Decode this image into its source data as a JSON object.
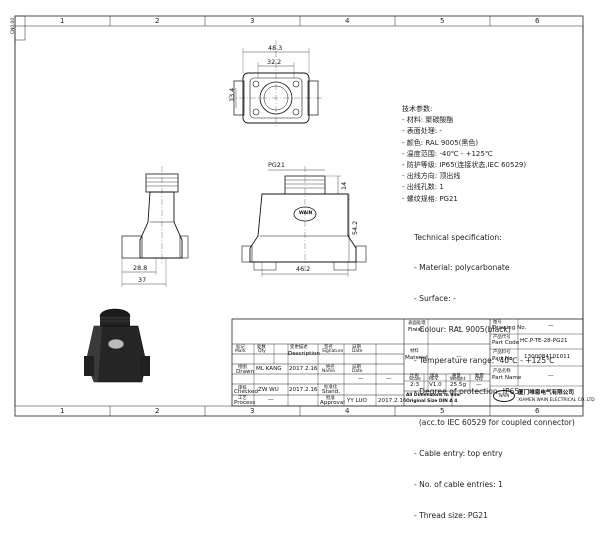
{
  "zones": {
    "cols": [
      "1",
      "2",
      "3",
      "4",
      "5",
      "6"
    ]
  },
  "dims": {
    "top_width": "48.3",
    "top_inner": "32.2",
    "top_height": "13.4",
    "thread_top": "PG21",
    "thread_len": "14",
    "body_height": "54.2",
    "base_width": "46.2",
    "side_inner": "28.8",
    "side_outer": "37"
  },
  "spec_cn": {
    "title": "技术参数:",
    "lines": [
      "- 材料: 聚碳酸酯",
      "- 表面处理: -",
      "- 颜色: RAL 9005(黑色)",
      "- 温度范围: -40℃ - +125℃",
      "- 防护等级: IP65(连接状态,IEC 60529)",
      "- 出线方向: 顶出线",
      "- 出线孔数: 1",
      "- 螺纹规格: PG21"
    ]
  },
  "spec_en": {
    "title": "Technical specification:",
    "lines": [
      "- Material: polycarbonate",
      "- Surface: -",
      "- Colour: RAL 9005(black)",
      "- Temperature range: -40℃ - +125℃",
      "- Degree of protection: IP65",
      "  (acc.to IEC 60529 for coupled connector)",
      "- Cable entry: top entry",
      "- No. of cable entries: 1",
      "- Thread size: PG21"
    ]
  },
  "titleblock": {
    "finish_cn": "表面处理",
    "finish_en": "Finish",
    "finish_val": "—",
    "material_cn": "材料",
    "material_en": "Material",
    "material_val": "—",
    "drawing_no_cn": "图号",
    "drawing_no_en": "Drawing No.",
    "drawing_no_val": "—",
    "part_code_cn": "产品代号",
    "part_code_en": "Part Code",
    "part_code_val": "HC.P-TE-28-PG21",
    "part_no_cn": "产品料号",
    "part_no_en": "Part No.",
    "part_no_val": "1300084101011",
    "part_name_cn": "产品名称",
    "part_name_en": "Part Name",
    "part_name_val": "—",
    "scale_cn": "比例",
    "scale_en": "Scale",
    "scale_val": "2:3",
    "rev_cn": "版本",
    "rev_en": "REV.",
    "rev_val": "V1.0",
    "weight_cn": "重量",
    "weight_en": "Weight",
    "weight_val": "25.5g",
    "qty_cn": "数量",
    "qty_en": "Qty.",
    "qty_val": "—",
    "mark_cn": "标记",
    "mark_en": "Mark",
    "count_cn": "处数",
    "count_en": "Qty",
    "change_cn": "变更描述",
    "change_en": "Description",
    "sign_cn": "签名",
    "sign_en": "Signature",
    "date_cn": "日期",
    "date_en": "Date",
    "drawn_cn": "绘图",
    "drawn_en": "Drawn",
    "drawn_name": "ML KANG",
    "drawn_date": "2017.2.16",
    "checked_cn": "审核",
    "checked_en": "Checked",
    "checked_name": "ZW   WU",
    "checked_date": "2017.2.16",
    "process_cn": "工艺",
    "process_en": "Process",
    "process_name": "—",
    "name_cn": "姓名",
    "name_en": "Name",
    "stand_cn": "标准化",
    "stand_en": "Stand.",
    "approval_cn": "批准",
    "approval_en": "Approval",
    "approval_name": "YY   LUO",
    "approval_date": "2017.2.16",
    "dims_note": "All Dimensions in mm",
    "orig_note": "Original Size DIN A 4",
    "company_cn": "厦门唯恩电气有限公司",
    "company_en": "XIAMEN WAIN ELECTRICAL CO.,LTD",
    "logo": "WAIN",
    "dash": "—"
  },
  "side_tag": "CN0.00"
}
